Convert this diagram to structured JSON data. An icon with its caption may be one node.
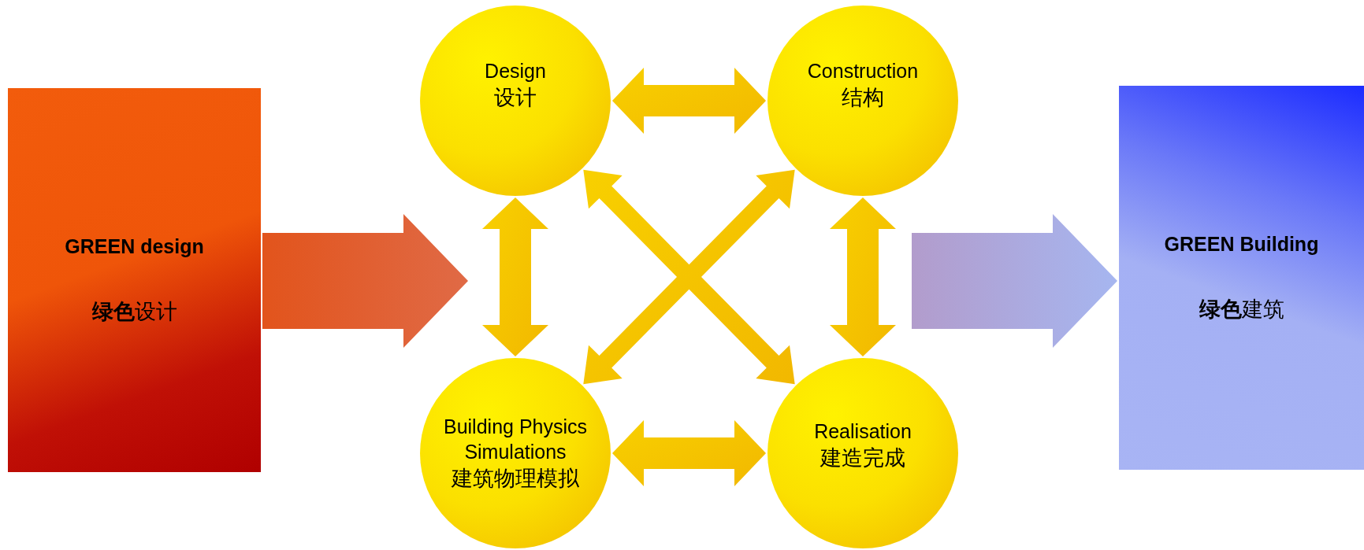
{
  "diagram": {
    "nodes": [
      {
        "text": [
          "GREEN design",
          "**绿色**设计"
        ]
      },
      {
        "text": [
          "Design",
          "设计"
        ]
      },
      {
        "text": [
          "Construction",
          "结构"
        ]
      },
      {
        "text": [
          "Building Physics Simulations",
          "建筑物理模拟"
        ]
      },
      {
        "text": [
          "Realisation",
          "建造完成"
        ]
      },
      {
        "text": [
          "GREEN Building",
          "**绿色**建筑"
        ]
      }
    ],
    "edges": [
      {
        "from": 0,
        "to": null,
        "arrow": "to"
      },
      {
        "from": null,
        "to": 5,
        "arrow": "to"
      },
      {
        "from": 1,
        "to": 2,
        "arrow": "both"
      },
      {
        "from": 1,
        "to": 3,
        "arrow": "both"
      },
      {
        "from": 2,
        "to": 4,
        "arrow": "both"
      },
      {
        "from": 1,
        "to": 4,
        "arrow": "both"
      },
      {
        "from": 2,
        "to": 3,
        "arrow": "both"
      },
      {
        "from": 3,
        "to": 4,
        "arrow": "both"
      }
    ]
  }
}
